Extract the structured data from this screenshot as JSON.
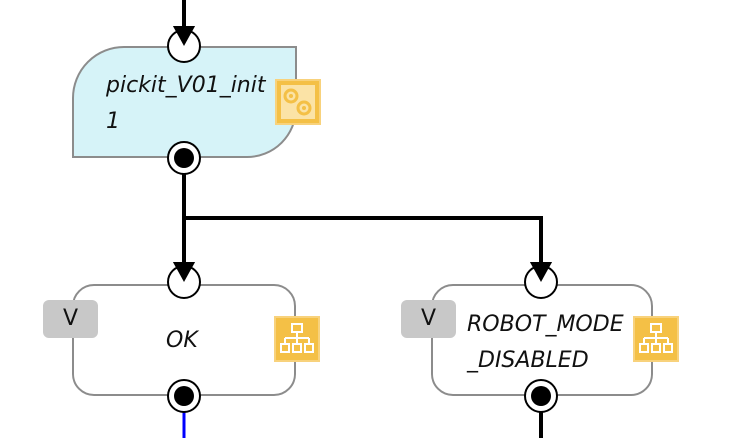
{
  "nodes": {
    "init": {
      "label": "pickit_V01_init1",
      "icon": "gears-icon"
    },
    "ok": {
      "label": "OK",
      "badge": "V",
      "icon": "hierarchy-icon"
    },
    "robot_mode_disabled": {
      "label": "ROBOT_MODE_DISABLED",
      "badge": "V",
      "icon": "hierarchy-icon"
    }
  },
  "colors": {
    "init_fill": "#d6f3f8",
    "node_border": "#8c8c8c",
    "icon_fill": "#f4c046",
    "badge_fill": "#c8c8c8",
    "wire": "#000000",
    "active_wire": "#0000ff"
  }
}
